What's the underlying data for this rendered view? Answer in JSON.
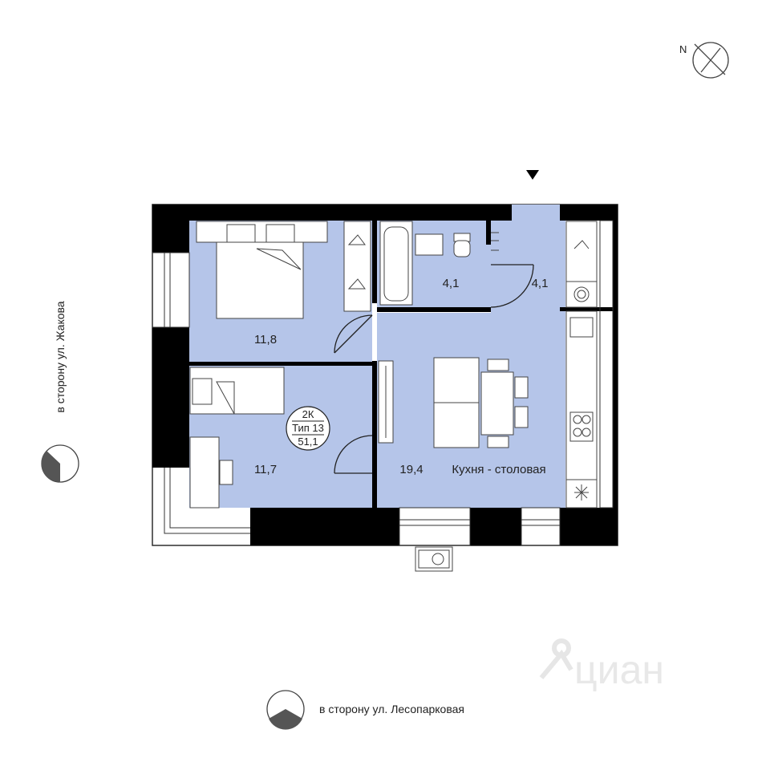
{
  "compass": {
    "north_label": "N"
  },
  "rooms": {
    "bedroom_top_area": "11,8",
    "bedroom_bottom_area": "11,7",
    "bathroom_area": "4,1",
    "hall_area": "4,1",
    "kitchen_area": "19,4",
    "kitchen_name": "Кухня - столовая"
  },
  "badge": {
    "rooms": "2К",
    "type": "Тип 13",
    "total_area": "51,1"
  },
  "orientation": {
    "left_street": "в сторону ул. Жакова",
    "bottom_street": "в сторону ул. Лесопарковая"
  },
  "watermark": {
    "text": "циан"
  },
  "colors": {
    "floor": "#b5c5e9",
    "wall": "#000000",
    "line": "#333333",
    "watermark": "#e6e6e6"
  }
}
